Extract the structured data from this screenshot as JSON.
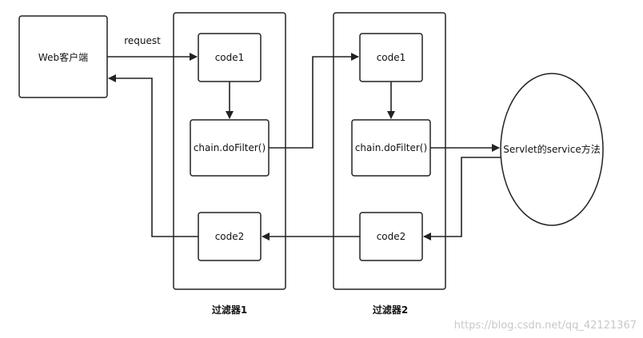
{
  "diagram": {
    "client_label": "Web客户端",
    "request_label": "request",
    "filter1": {
      "title": "过滤器1",
      "code1": "code1",
      "dofilter": "chain.doFilter()",
      "code2": "code2"
    },
    "filter2": {
      "title": "过滤器2",
      "code1": "code1",
      "dofilter": "chain.doFilter()",
      "code2": "code2"
    },
    "servlet_label": "Servlet的service方法"
  },
  "watermark": "https://blog.csdn.net/qq_42121367",
  "colors": {
    "stroke": "#222222",
    "background": "#ffffff",
    "watermark": "#c8c8c8"
  }
}
